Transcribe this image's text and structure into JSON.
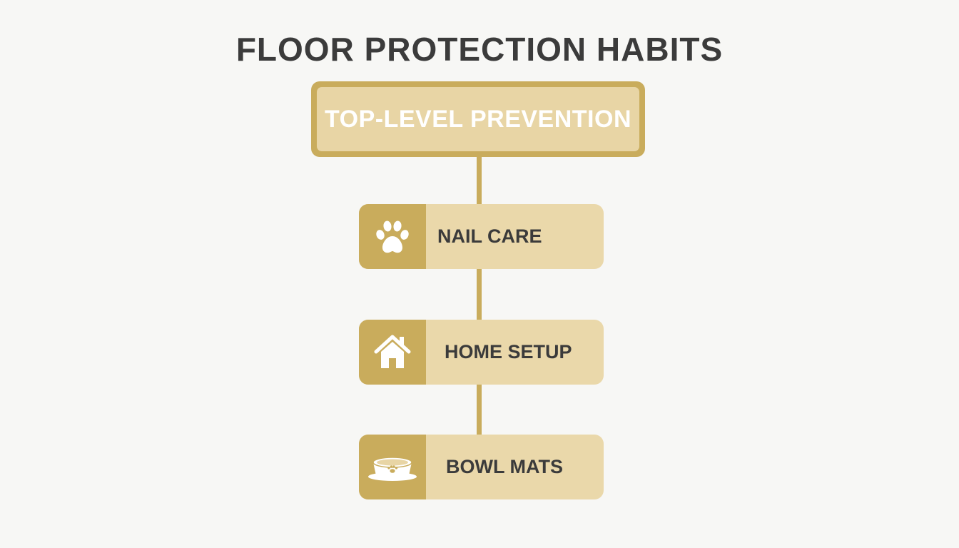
{
  "title": "FLOOR PROTECTION HABITS",
  "top_node": {
    "label": "TOP-LEVEL PREVENTION"
  },
  "steps": [
    {
      "label": "NAIL CARE",
      "icon": "paw-icon"
    },
    {
      "label": "HOME SETUP",
      "icon": "house-icon"
    },
    {
      "label": "BOWL MATS",
      "icon": "pet-bowl-icon"
    }
  ],
  "colors": {
    "background": "#f7f7f5",
    "accent": "#c9ac5c",
    "fill_light": "#ead8aa",
    "text_dark": "#3b3b3b",
    "text_light": "#ffffff"
  }
}
